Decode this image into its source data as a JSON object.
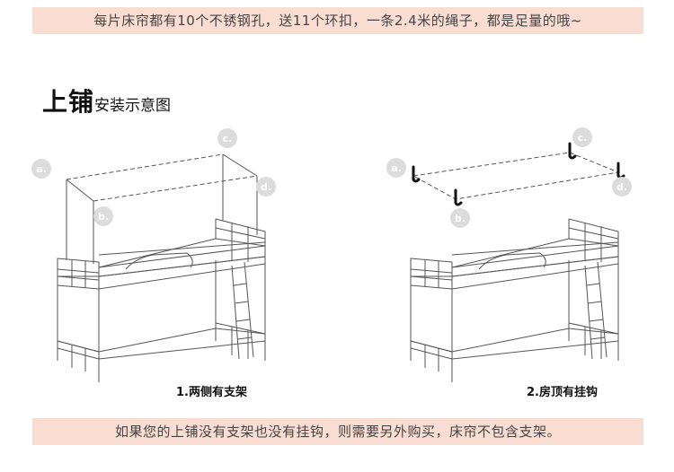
{
  "top_banner": {
    "text": "每片床帘都有10个不锈钢孔，送11个环扣，一条2.4米的绳子，都是足量的哦~"
  },
  "heading": {
    "main": "上铺",
    "sub": "安装示意图"
  },
  "point_labels": {
    "a": "a.",
    "b": "b.",
    "c": "c.",
    "d": "d."
  },
  "captions": {
    "left": "1.两侧有支架",
    "right": "2.房顶有挂钩"
  },
  "bottom_banner": {
    "text": "如果您的上铺没有支架也没有挂钩，则需要另外购买，床帘不包含支架。"
  },
  "colors": {
    "banner_bg": "#f9ddd2",
    "label_circle": "#dcdcdc",
    "line": "#555555"
  }
}
